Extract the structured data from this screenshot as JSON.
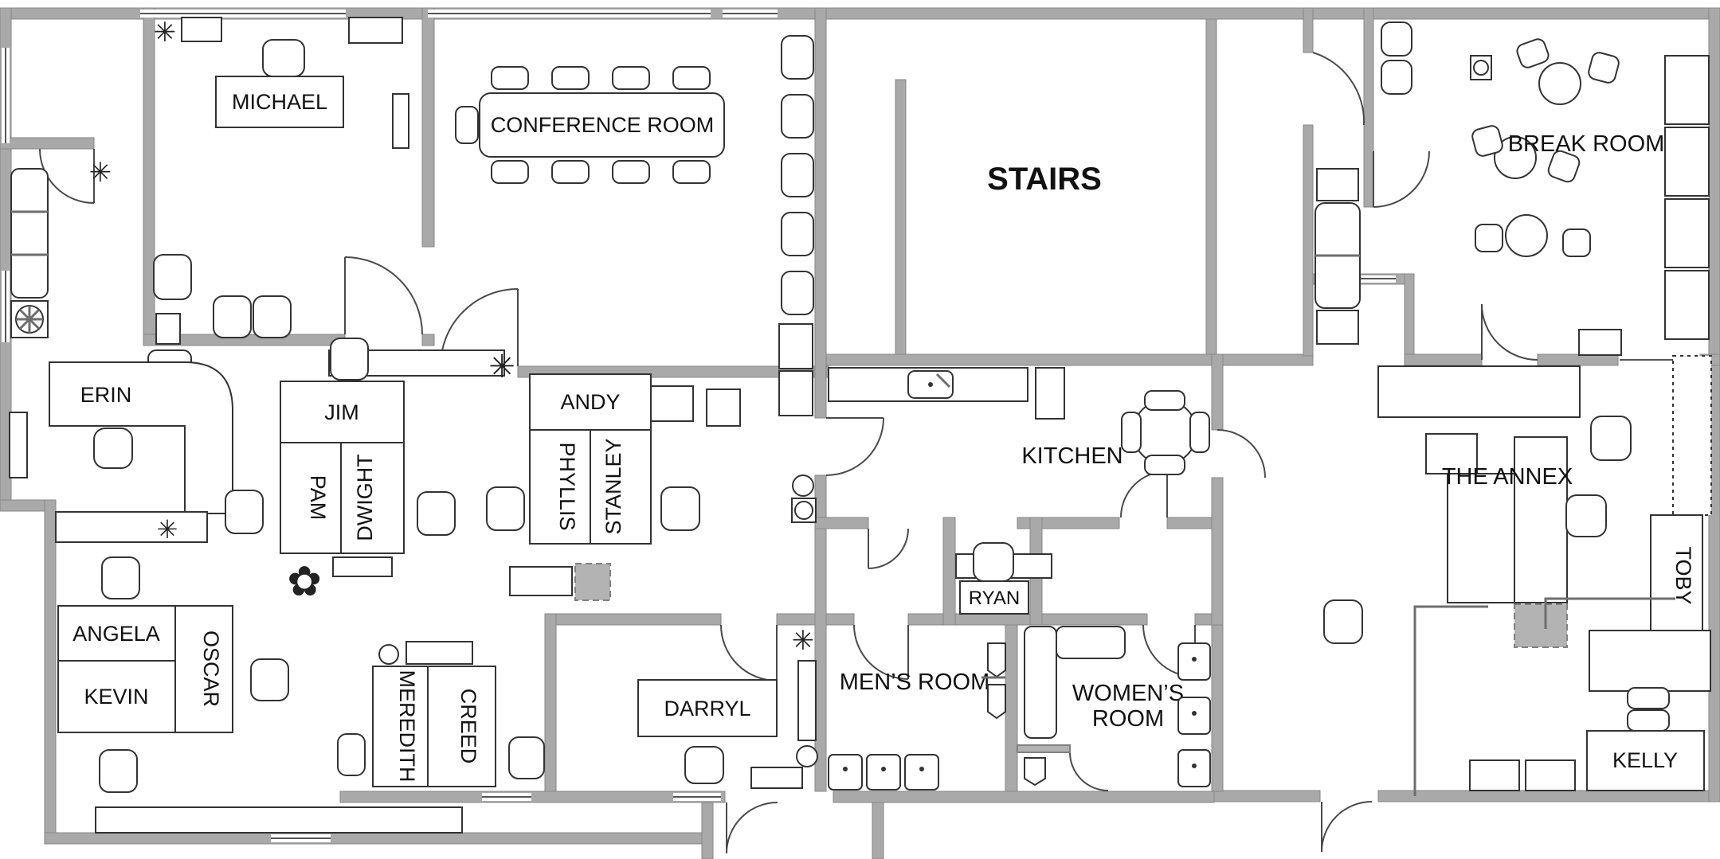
{
  "plan": {
    "rooms": {
      "stairs": "STAIRS",
      "conference": "CONFERENCE ROOM",
      "break_room": "BREAK ROOM",
      "kitchen": "KITCHEN",
      "annex": "THE ANNEX",
      "mens_room": "MEN’S ROOM",
      "womens_room_line1": "WOMEN’S",
      "womens_room_line2": "ROOM"
    },
    "desks": {
      "michael": "MICHAEL",
      "erin": "ERIN",
      "jim": "JIM",
      "pam": "PAM",
      "dwight": "DWIGHT",
      "andy": "ANDY",
      "phyllis": "PHYLLIS",
      "stanley": "STANLEY",
      "angela": "ANGELA",
      "kevin": "KEVIN",
      "oscar": "OSCAR",
      "meredith": "MEREDITH",
      "creed": "CREED",
      "darryl": "DARRYL",
      "ryan": "RYAN",
      "toby": "TOBY",
      "kelly": "KELLY"
    },
    "colors": {
      "wall": "#a9a9a9",
      "line": "#2e2e2e"
    }
  }
}
